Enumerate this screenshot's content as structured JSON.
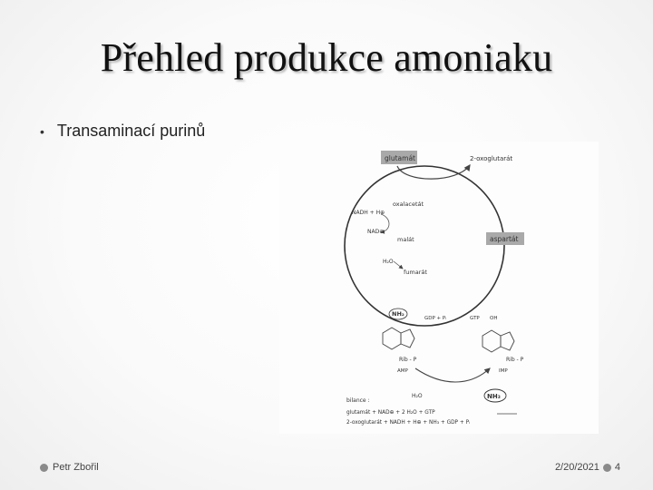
{
  "slide": {
    "title": "Přehled produkce amoniaku",
    "bullets": [
      "Transaminací purinů"
    ]
  },
  "figure": {
    "glutamat": "glutamát",
    "oxoglutarat": "2-oxoglutarát",
    "oxalacetat": "oxalacetát",
    "nadh_h": "NADH + H⊕",
    "nad": "NAD⊕",
    "malat": "malát",
    "aspartat": "aspartát",
    "h2o_1": "H₂O",
    "fumarat": "fumarát",
    "nh2": "NH₂",
    "gdp_pi": "GDP + Pᵢ",
    "gtp": "GTP",
    "oh": "OH",
    "rib_p_left": "Rib - P",
    "rib_p_right": "Rib - P",
    "amp": "AMP",
    "imp": "IMP",
    "h2o_2": "H₂O",
    "nh3": "NH₃",
    "bilance": "bilance :",
    "eq_line1": "glutamát  +  NAD⊕  +  2 H₂O  +  GTP",
    "eq_line2": "2-oxoglutarát + NADH + H⊕ + NH₃ + GDP + Pᵢ"
  },
  "footer": {
    "author": "Petr Zbořil",
    "date": "2/20/2021",
    "page": "4"
  }
}
